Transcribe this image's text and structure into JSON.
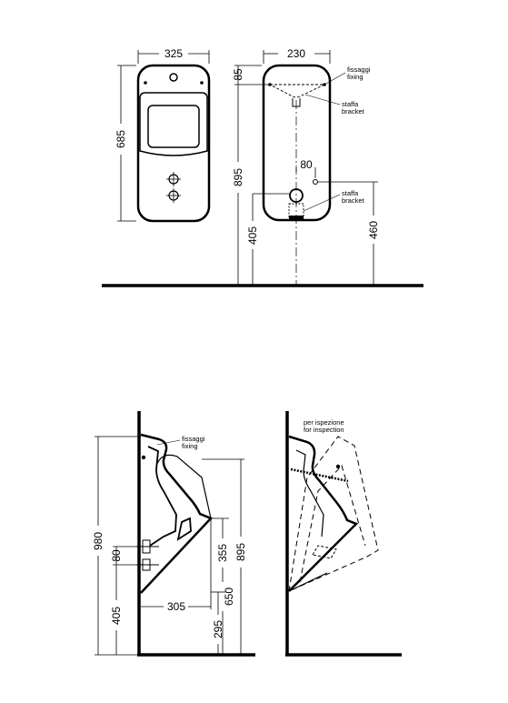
{
  "front_view": {
    "width": "325",
    "height": "685"
  },
  "side_view": {
    "width": "230",
    "top_offset": "85",
    "fixing_height": "895",
    "inlet_height": "405",
    "outlet_height": "460",
    "outlet_offset": "80",
    "label_fixing_it": "fissaggi",
    "label_fixing_en": "fixing",
    "label_bracket_top_it": "staffa",
    "label_bracket_top_en": "bracket",
    "label_bracket_bottom_it": "staffa",
    "label_bracket_bottom_en": "bracket"
  },
  "section_view": {
    "total_height": "980",
    "d80": "80",
    "d405": "405",
    "d305": "305",
    "d355": "355",
    "d650": "650",
    "d895": "895",
    "d295": "295",
    "label_fixing_it": "fissaggi",
    "label_fixing_en": "fixing"
  },
  "inspection_view": {
    "label_it": "per ispezione",
    "label_en": "for inspection"
  }
}
